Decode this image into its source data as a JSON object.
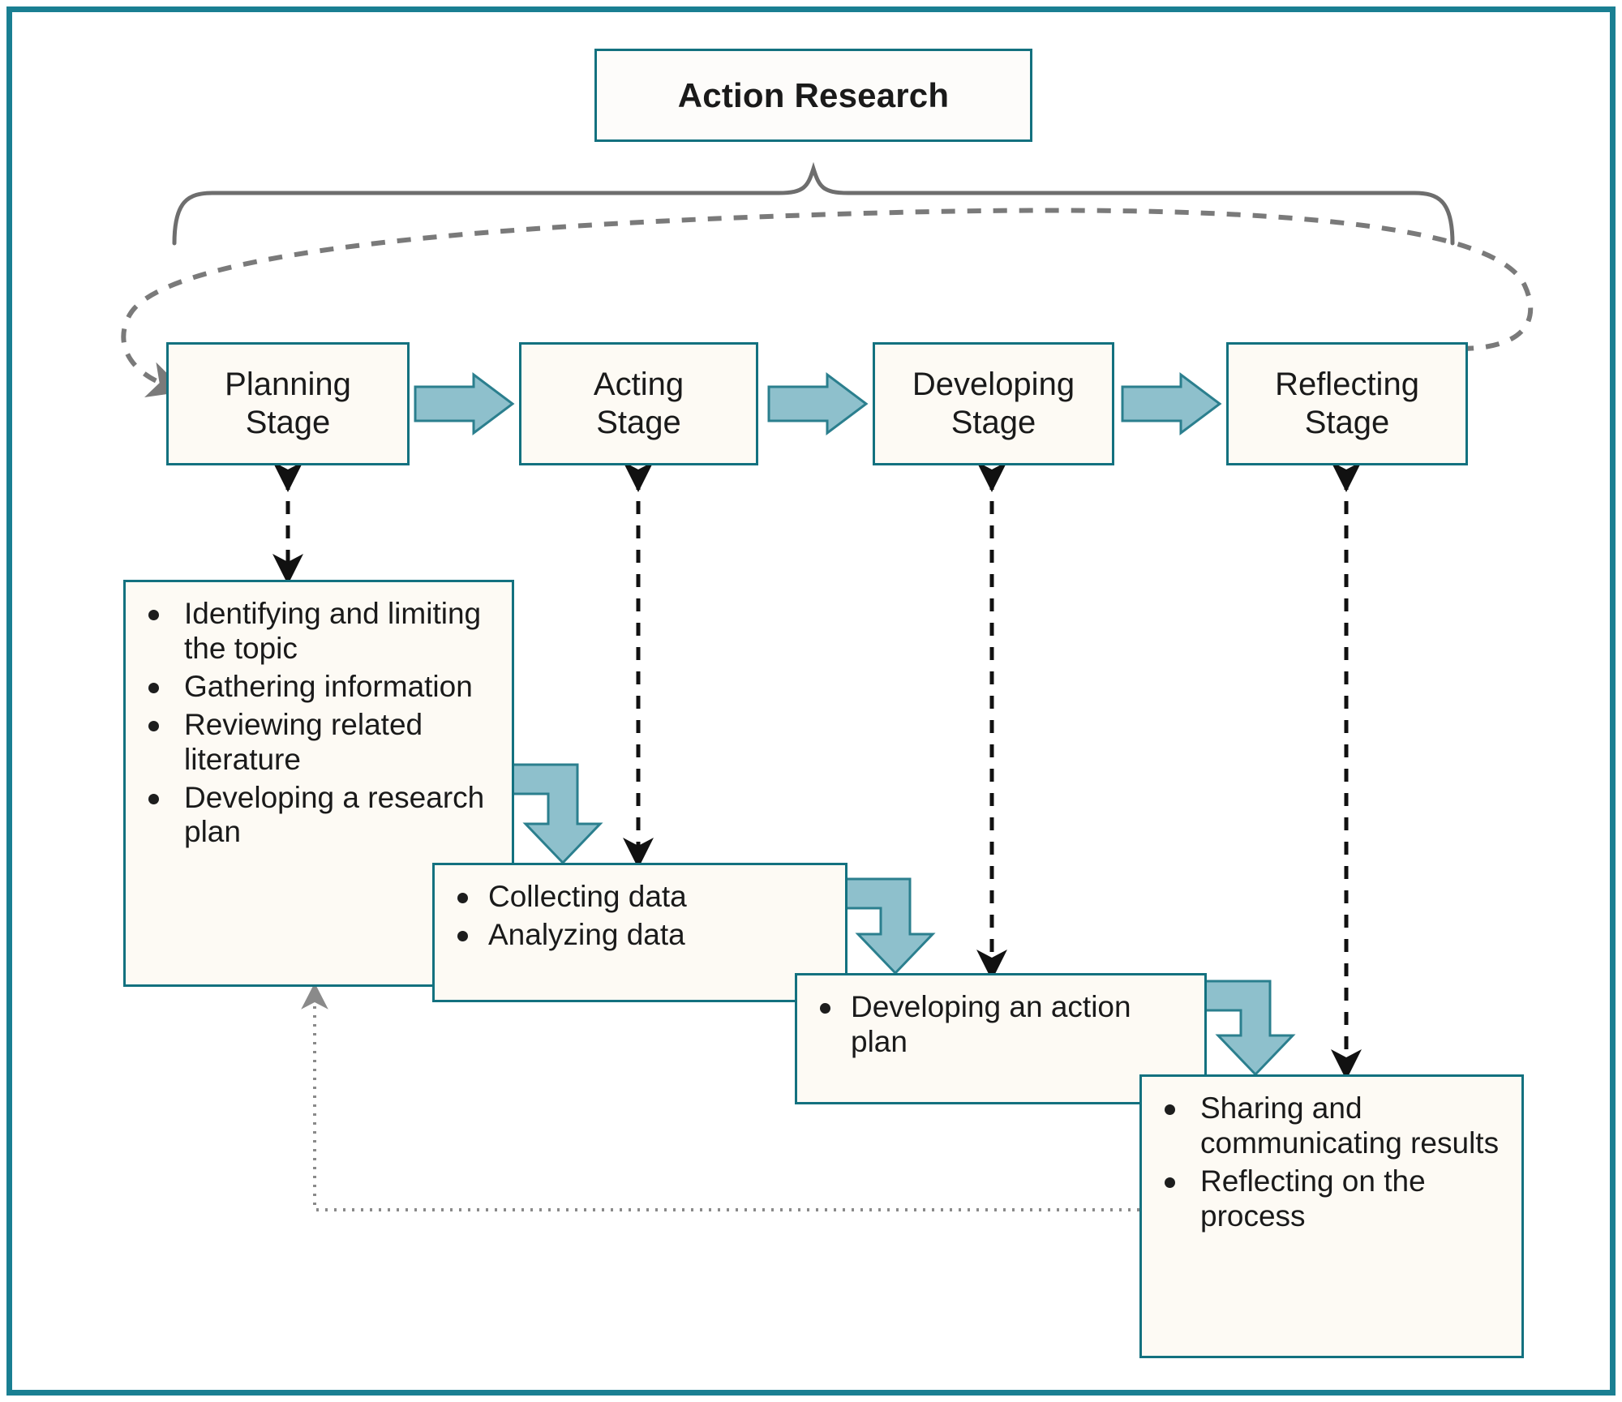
{
  "diagram": {
    "title": "Action Research",
    "colors": {
      "frame": "#1a7f92",
      "box_border": "#13717f",
      "box_fill": "#fdfaf4",
      "arrow_fill": "#8ec0cc",
      "arrow_stroke": "#2b7f8e",
      "brace": "#6e6e6e",
      "dashed_loop": "#7a7a7a",
      "text": "#1a1a1a"
    },
    "stages": [
      {
        "id": "planning",
        "line1": "Planning",
        "line2": "Stage"
      },
      {
        "id": "acting",
        "line1": "Acting",
        "line2": "Stage"
      },
      {
        "id": "developing",
        "line1": "Developing",
        "line2": "Stage"
      },
      {
        "id": "reflecting",
        "line1": "Reflecting",
        "line2": "Stage"
      }
    ],
    "details": [
      {
        "id": "planning-details",
        "items": [
          "Identifying and limiting the topic",
          "Gathering information",
          "Reviewing related literature",
          "Developing a research plan"
        ]
      },
      {
        "id": "acting-details",
        "items": [
          "Collecting data",
          "Analyzing data"
        ]
      },
      {
        "id": "developing-details",
        "items": [
          "Developing an action plan"
        ]
      },
      {
        "id": "reflecting-details",
        "items": [
          "Sharing and communicating results",
          "Reflecting on the process"
        ]
      }
    ],
    "connectors": {
      "stage_flow_arrows": 3,
      "detail_flow_arrows": 3,
      "stage_detail_links": 4,
      "feedback_loop": "dashed curve from Reflecting Stage back to Planning Stage",
      "feedback_dotted": "dotted line from reflecting details back to planning details",
      "brace": "brace grouping all four stages under Action Research"
    }
  }
}
